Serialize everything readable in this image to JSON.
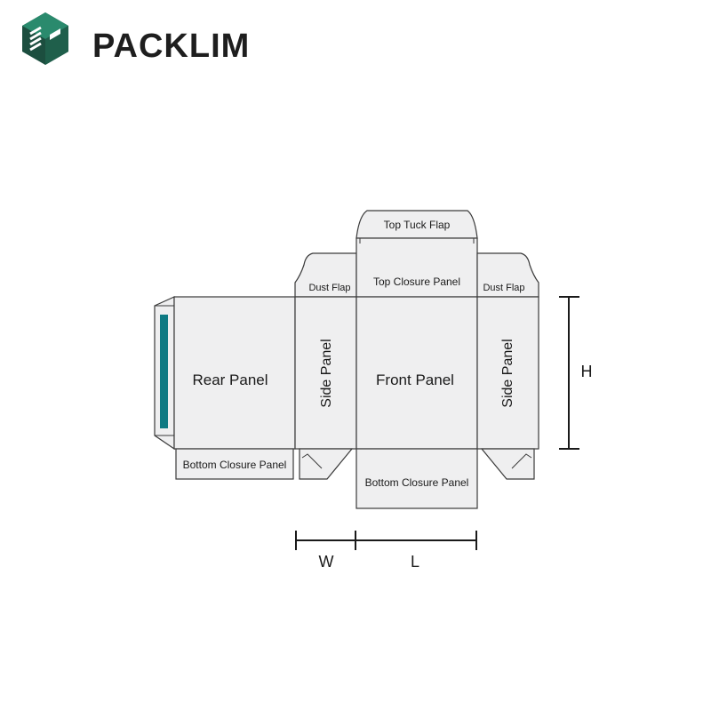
{
  "brand": {
    "name": "PACKLIM",
    "logo_icon": "hexagon-cube-icon",
    "colors": {
      "dark": "#1c4e3f",
      "mid": "#2a8a6d",
      "light": "#ffffff"
    }
  },
  "panels": {
    "top_tuck_flap": "Top Tuck Flap",
    "top_closure_panel": "Top Closure Panel",
    "dust_flap_left": "Dust Flap",
    "dust_flap_right": "Dust Flap",
    "rear_panel": "Rear Panel",
    "side_panel_left": "Side Panel",
    "front_panel": "Front Panel",
    "side_panel_right": "Side Panel",
    "bottom_closure_left": "Bottom Closure Panel",
    "bottom_closure_center": "Bottom Closure Panel"
  },
  "dimensions": {
    "height": "H",
    "width": "W",
    "length": "L"
  },
  "colors": {
    "panel_fill": "#efeff0",
    "stroke": "#3a3a3a",
    "window": "#0e7a83"
  }
}
